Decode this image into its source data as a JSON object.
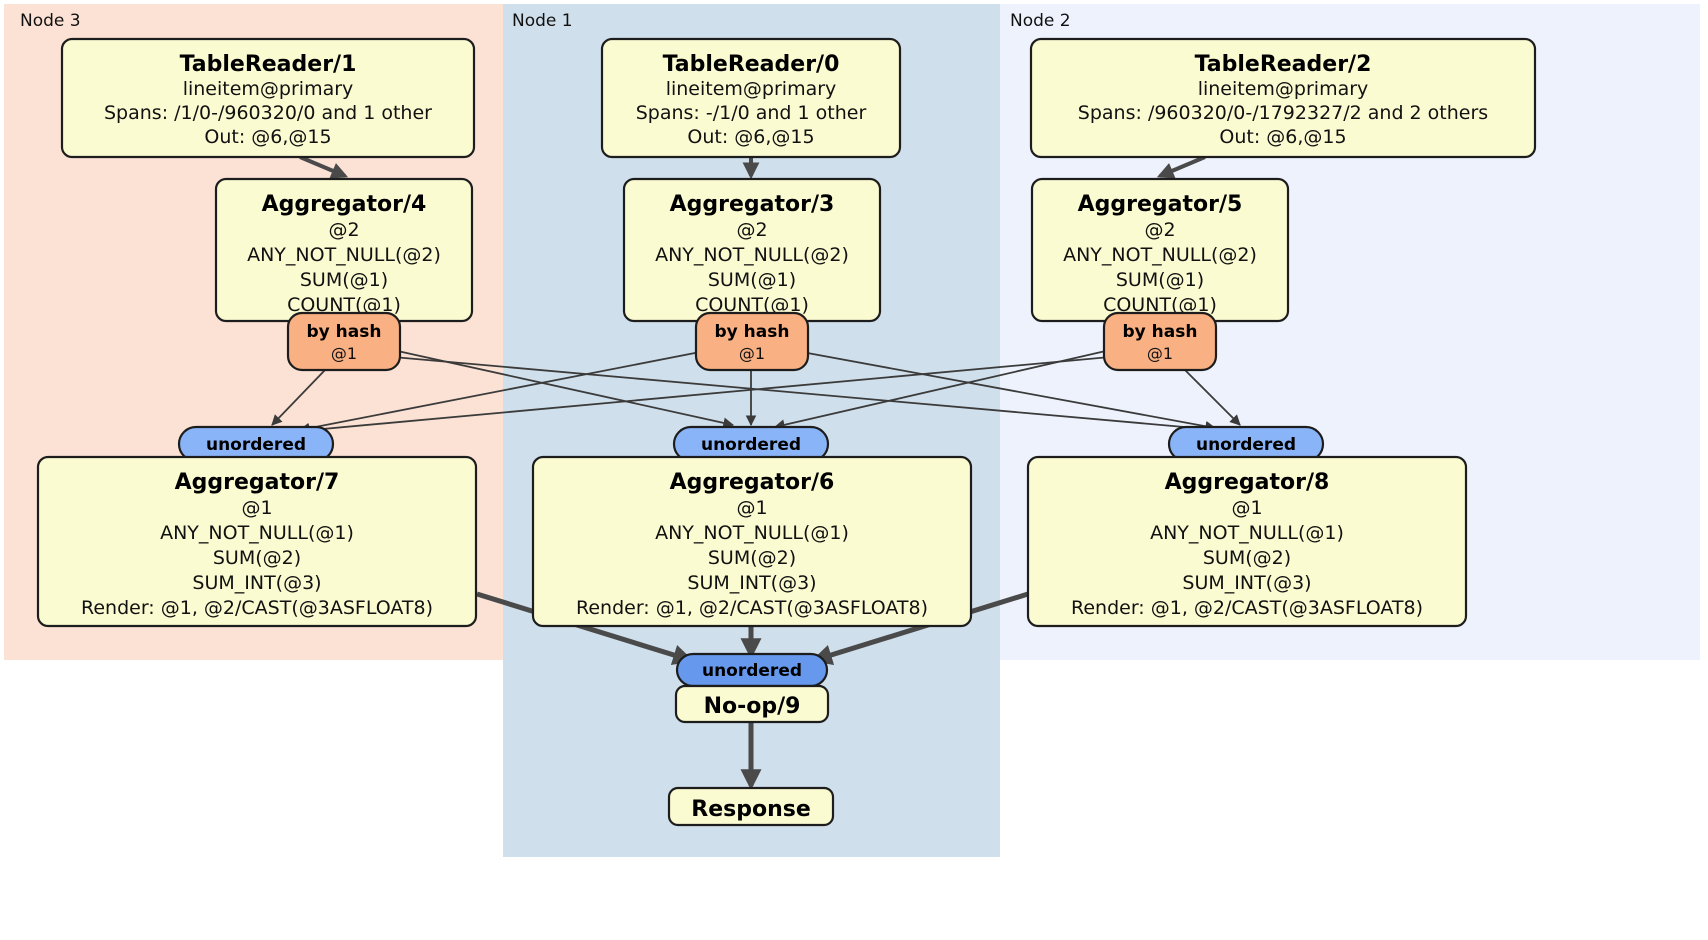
{
  "diagram": {
    "kind": "distributed-query-plan",
    "colors": {
      "node3_panel": "#fbe2d5",
      "node1_panel": "#cfdfeb",
      "node2_panel": "#edf2fc",
      "processor_fill": "#fbfbd2",
      "hash_router_fill": "#f9b183",
      "unordered_synchronizer_fill": "#8ab4f8",
      "unordered_synchronizer_final_fill": "#6699ed",
      "edge_stroke": "#3b3b3b",
      "box_stroke": "#1d1d1d"
    },
    "panels": [
      {
        "id": "node3",
        "label": "Node 3"
      },
      {
        "id": "node1",
        "label": "Node 1"
      },
      {
        "id": "node2",
        "label": "Node 2"
      }
    ],
    "processors": {
      "table_reader_1": {
        "title": "TableReader/1",
        "lines": [
          "lineitem@primary",
          "Spans: /1/0-/960320/0 and 1 other",
          "Out: @6,@15"
        ]
      },
      "table_reader_0": {
        "title": "TableReader/0",
        "lines": [
          "lineitem@primary",
          "Spans: -/1/0 and 1 other",
          "Out: @6,@15"
        ]
      },
      "table_reader_2": {
        "title": "TableReader/2",
        "lines": [
          "lineitem@primary",
          "Spans: /960320/0-/1792327/2 and 2 others",
          "Out: @6,@15"
        ]
      },
      "aggregator_4": {
        "title": "Aggregator/4",
        "lines": [
          "@2",
          "ANY_NOT_NULL(@2)",
          "SUM(@1)",
          "COUNT(@1)"
        ]
      },
      "aggregator_3": {
        "title": "Aggregator/3",
        "lines": [
          "@2",
          "ANY_NOT_NULL(@2)",
          "SUM(@1)",
          "COUNT(@1)"
        ]
      },
      "aggregator_5": {
        "title": "Aggregator/5",
        "lines": [
          "@2",
          "ANY_NOT_NULL(@2)",
          "SUM(@1)",
          "COUNT(@1)"
        ]
      },
      "aggregator_7": {
        "title": "Aggregator/7",
        "lines": [
          "@1",
          "ANY_NOT_NULL(@1)",
          "SUM(@2)",
          "SUM_INT(@3)",
          "Render: @1, @2/CAST(@3ASFLOAT8)"
        ]
      },
      "aggregator_6": {
        "title": "Aggregator/6",
        "lines": [
          "@1",
          "ANY_NOT_NULL(@1)",
          "SUM(@2)",
          "SUM_INT(@3)",
          "Render: @1, @2/CAST(@3ASFLOAT8)"
        ]
      },
      "aggregator_8": {
        "title": "Aggregator/8",
        "lines": [
          "@1",
          "ANY_NOT_NULL(@1)",
          "SUM(@2)",
          "SUM_INT(@3)",
          "Render: @1, @2/CAST(@3ASFLOAT8)"
        ]
      },
      "noop_9": {
        "title": "No-op/9",
        "lines": []
      },
      "response": {
        "title": "Response",
        "lines": []
      }
    },
    "routers": {
      "hash_left": {
        "label": "by hash",
        "sublabel": "@1"
      },
      "hash_center": {
        "label": "by hash",
        "sublabel": "@1"
      },
      "hash_right": {
        "label": "by hash",
        "sublabel": "@1"
      }
    },
    "synchronizers": {
      "unordered_left": {
        "label": "unordered"
      },
      "unordered_center": {
        "label": "unordered"
      },
      "unordered_right": {
        "label": "unordered"
      },
      "unordered_final": {
        "label": "unordered"
      }
    }
  }
}
